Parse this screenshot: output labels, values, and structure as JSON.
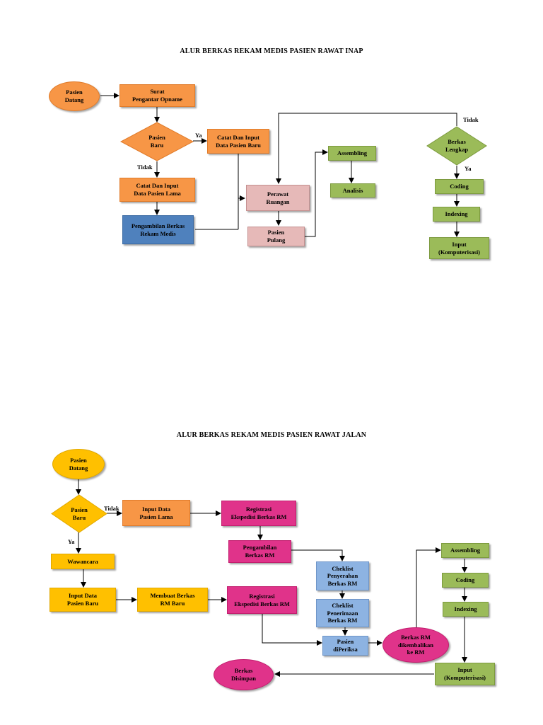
{
  "inap": {
    "title": "ALUR BERKAS REKAM MEDIS PASIEN RAWAT INAP",
    "nodes": {
      "pasien_datang": "Pasien\nDatang",
      "surat": "Surat\nPengantar Opname",
      "pasien_baru": "Pasien\nBaru",
      "catat_baru": "Catat Dan Input\nData Pasien Baru",
      "catat_lama": "Catat Dan Input\nData Pasien Lama",
      "pengambilan": "Pengambilan Berkas\nRekam Medis",
      "perawat": "Perawat\nRuangan",
      "pulang": "Pasien\nPulang",
      "assembling": "Assembling",
      "analisis": "Analisis",
      "berkas_lengkap": "Berkas\nLengkap",
      "coding": "Coding",
      "indexing": "Indexing",
      "input": "Input\n(Komputerisasi)"
    },
    "labels": {
      "ya1": "Ya",
      "tidak1": "Tidak",
      "tidak2": "Tidak",
      "ya2": "Ya"
    }
  },
  "jalan": {
    "title": "ALUR BERKAS REKAM MEDIS PASIEN RAWAT JALAN",
    "nodes": {
      "pasien_datang": "Pasien\nDatang",
      "pasien_baru": "Pasien\nBaru",
      "input_lama": "Input Data\nPasien Lama",
      "registrasi1": "Registrasi\nEkspedisi Berkas RM",
      "pengambilan": "Pengambilan\nBerkas RM",
      "wawancara": "Wawancara",
      "input_baru": "Input Data\nPasien Baru",
      "membuat": "Membuat Berkas\nRM Baru",
      "registrasi2": "Registrasi\nEkspedisi Berkas RM",
      "cheklist1": "Cheklist\nPenyerahan\nBerkas RM",
      "cheklist2": "Cheklist\nPenerimaan\nBerkas RM",
      "diperiksa": "Pasien\ndiPeriksa",
      "dikembalikan": "Berkas RM\ndikembalikan\nke RM",
      "assembling": "Assembling",
      "coding": "Coding",
      "indexing": "Indexing",
      "input": "Input\n(Komputerisasi)",
      "disimpan": "Berkas\nDisimpan"
    },
    "labels": {
      "tidak": "Tidak",
      "ya": "Ya"
    }
  },
  "colors": {
    "orange": "#f79646",
    "green": "#9bbb59",
    "pink": "#e6b9b8",
    "blue": "#4f81bd",
    "gold": "#ffc000",
    "magenta": "#e0338a",
    "light_blue": "#8db3e2"
  }
}
